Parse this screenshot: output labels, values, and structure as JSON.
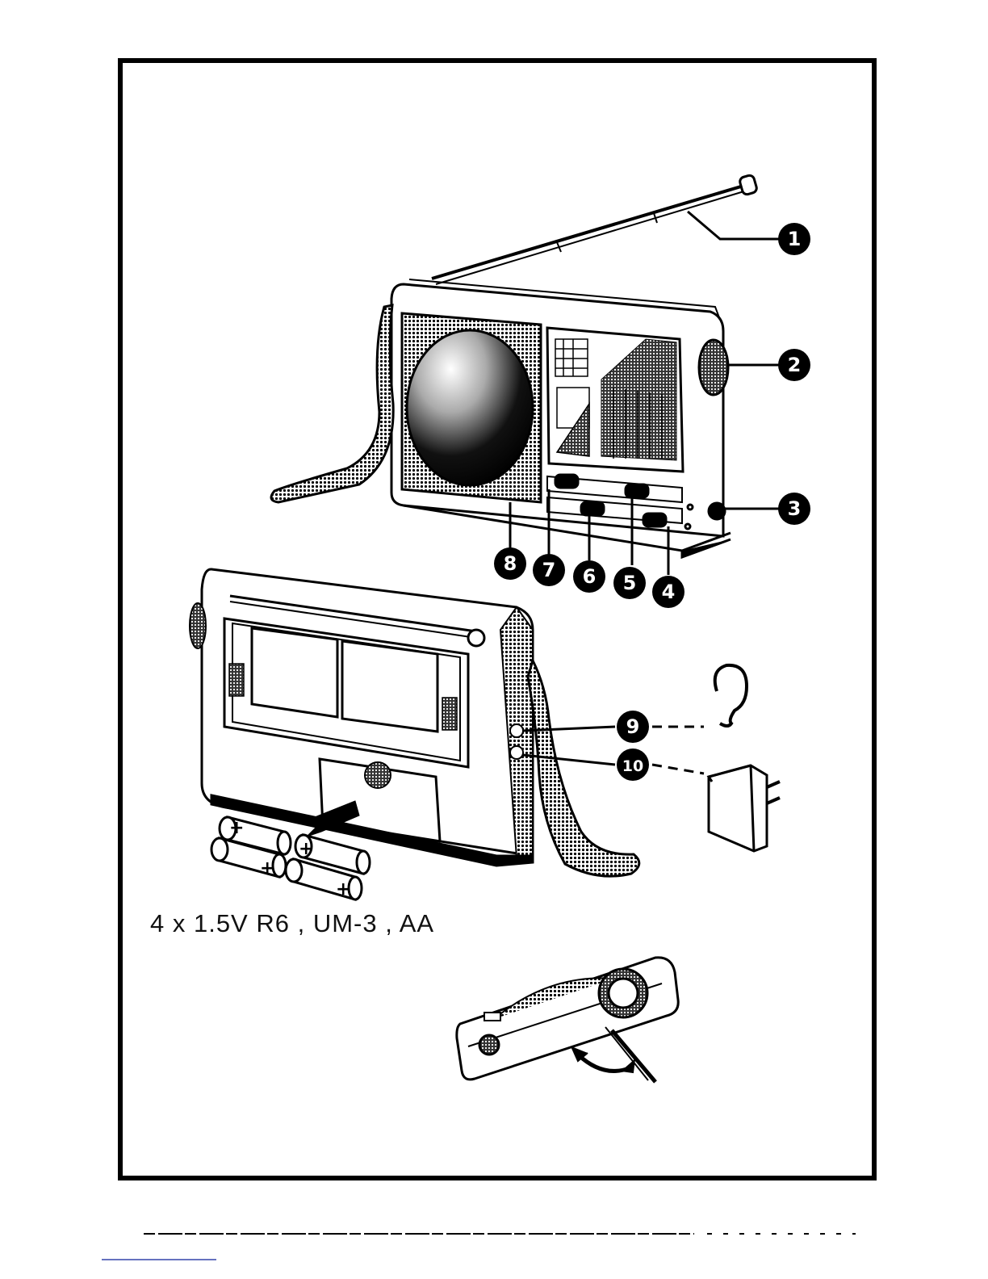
{
  "callouts": [
    {
      "id": "1",
      "label": "1"
    },
    {
      "id": "2",
      "label": "2"
    },
    {
      "id": "3",
      "label": "3"
    },
    {
      "id": "4",
      "label": "4"
    },
    {
      "id": "5",
      "label": "5"
    },
    {
      "id": "6",
      "label": "6"
    },
    {
      "id": "7",
      "label": "7"
    },
    {
      "id": "8",
      "label": "8"
    },
    {
      "id": "9",
      "label": "9"
    },
    {
      "id": "10",
      "label": "10"
    }
  ],
  "battery_spec": "4 x 1.5V  R6 , UM-3 , AA",
  "battery_signs": [
    "+",
    "+",
    "+",
    "+"
  ],
  "colors": {
    "ink": "#000000",
    "paper": "#ffffff",
    "link": "#3344aa"
  }
}
